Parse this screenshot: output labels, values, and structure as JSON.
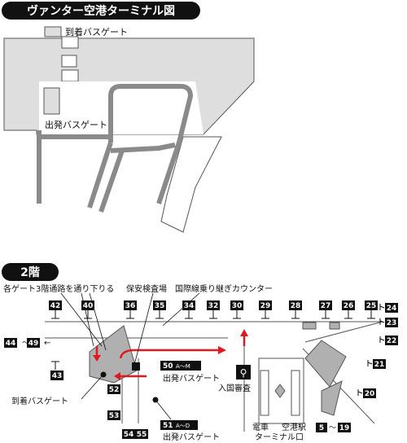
{
  "title": "ヴァンター空港ターミナル図",
  "floor_badge": "2階",
  "top_map": {
    "arrival_gate_legend": "到着バスゲート",
    "departure_gate_label": "出発バスゲート"
  },
  "floor_map": {
    "annotations": {
      "stairs_note": "各ゲート3階通路を通り下りる",
      "security": "保安検査場",
      "transfer": "国際線乗り継ぎカウンター",
      "departure_gate_1": "出発バスゲート",
      "departure_gate_2": "出発バスゲート",
      "immigration": "入国審査",
      "arrival_gate": "到着バスゲート",
      "train_station": "電車\n空港駅\nターミナル口"
    },
    "gates_top": [
      "42",
      "40",
      "36",
      "35",
      "34",
      "32",
      "30",
      "29",
      "28",
      "27",
      "26",
      "25"
    ],
    "gates_right": [
      "24",
      "23",
      "22",
      "21",
      "20"
    ],
    "gates_left": {
      "range_from": "44",
      "range_sep": "〜",
      "range_to": "49",
      "arrow": "←",
      "single": "43"
    },
    "gates_bottom": [
      "52",
      "53",
      "54",
      "55"
    ],
    "bus_gate_a": {
      "num": "50",
      "letters": "A〜M"
    },
    "bus_gate_b": {
      "num": "51",
      "letters": "A〜D"
    },
    "gates_range_bottom": {
      "from": "5",
      "sep": "〜",
      "to": "19"
    }
  },
  "colors": {
    "building": "#dedede",
    "outline": "#555555",
    "arrow": "#e0191f",
    "label": "#111111"
  }
}
